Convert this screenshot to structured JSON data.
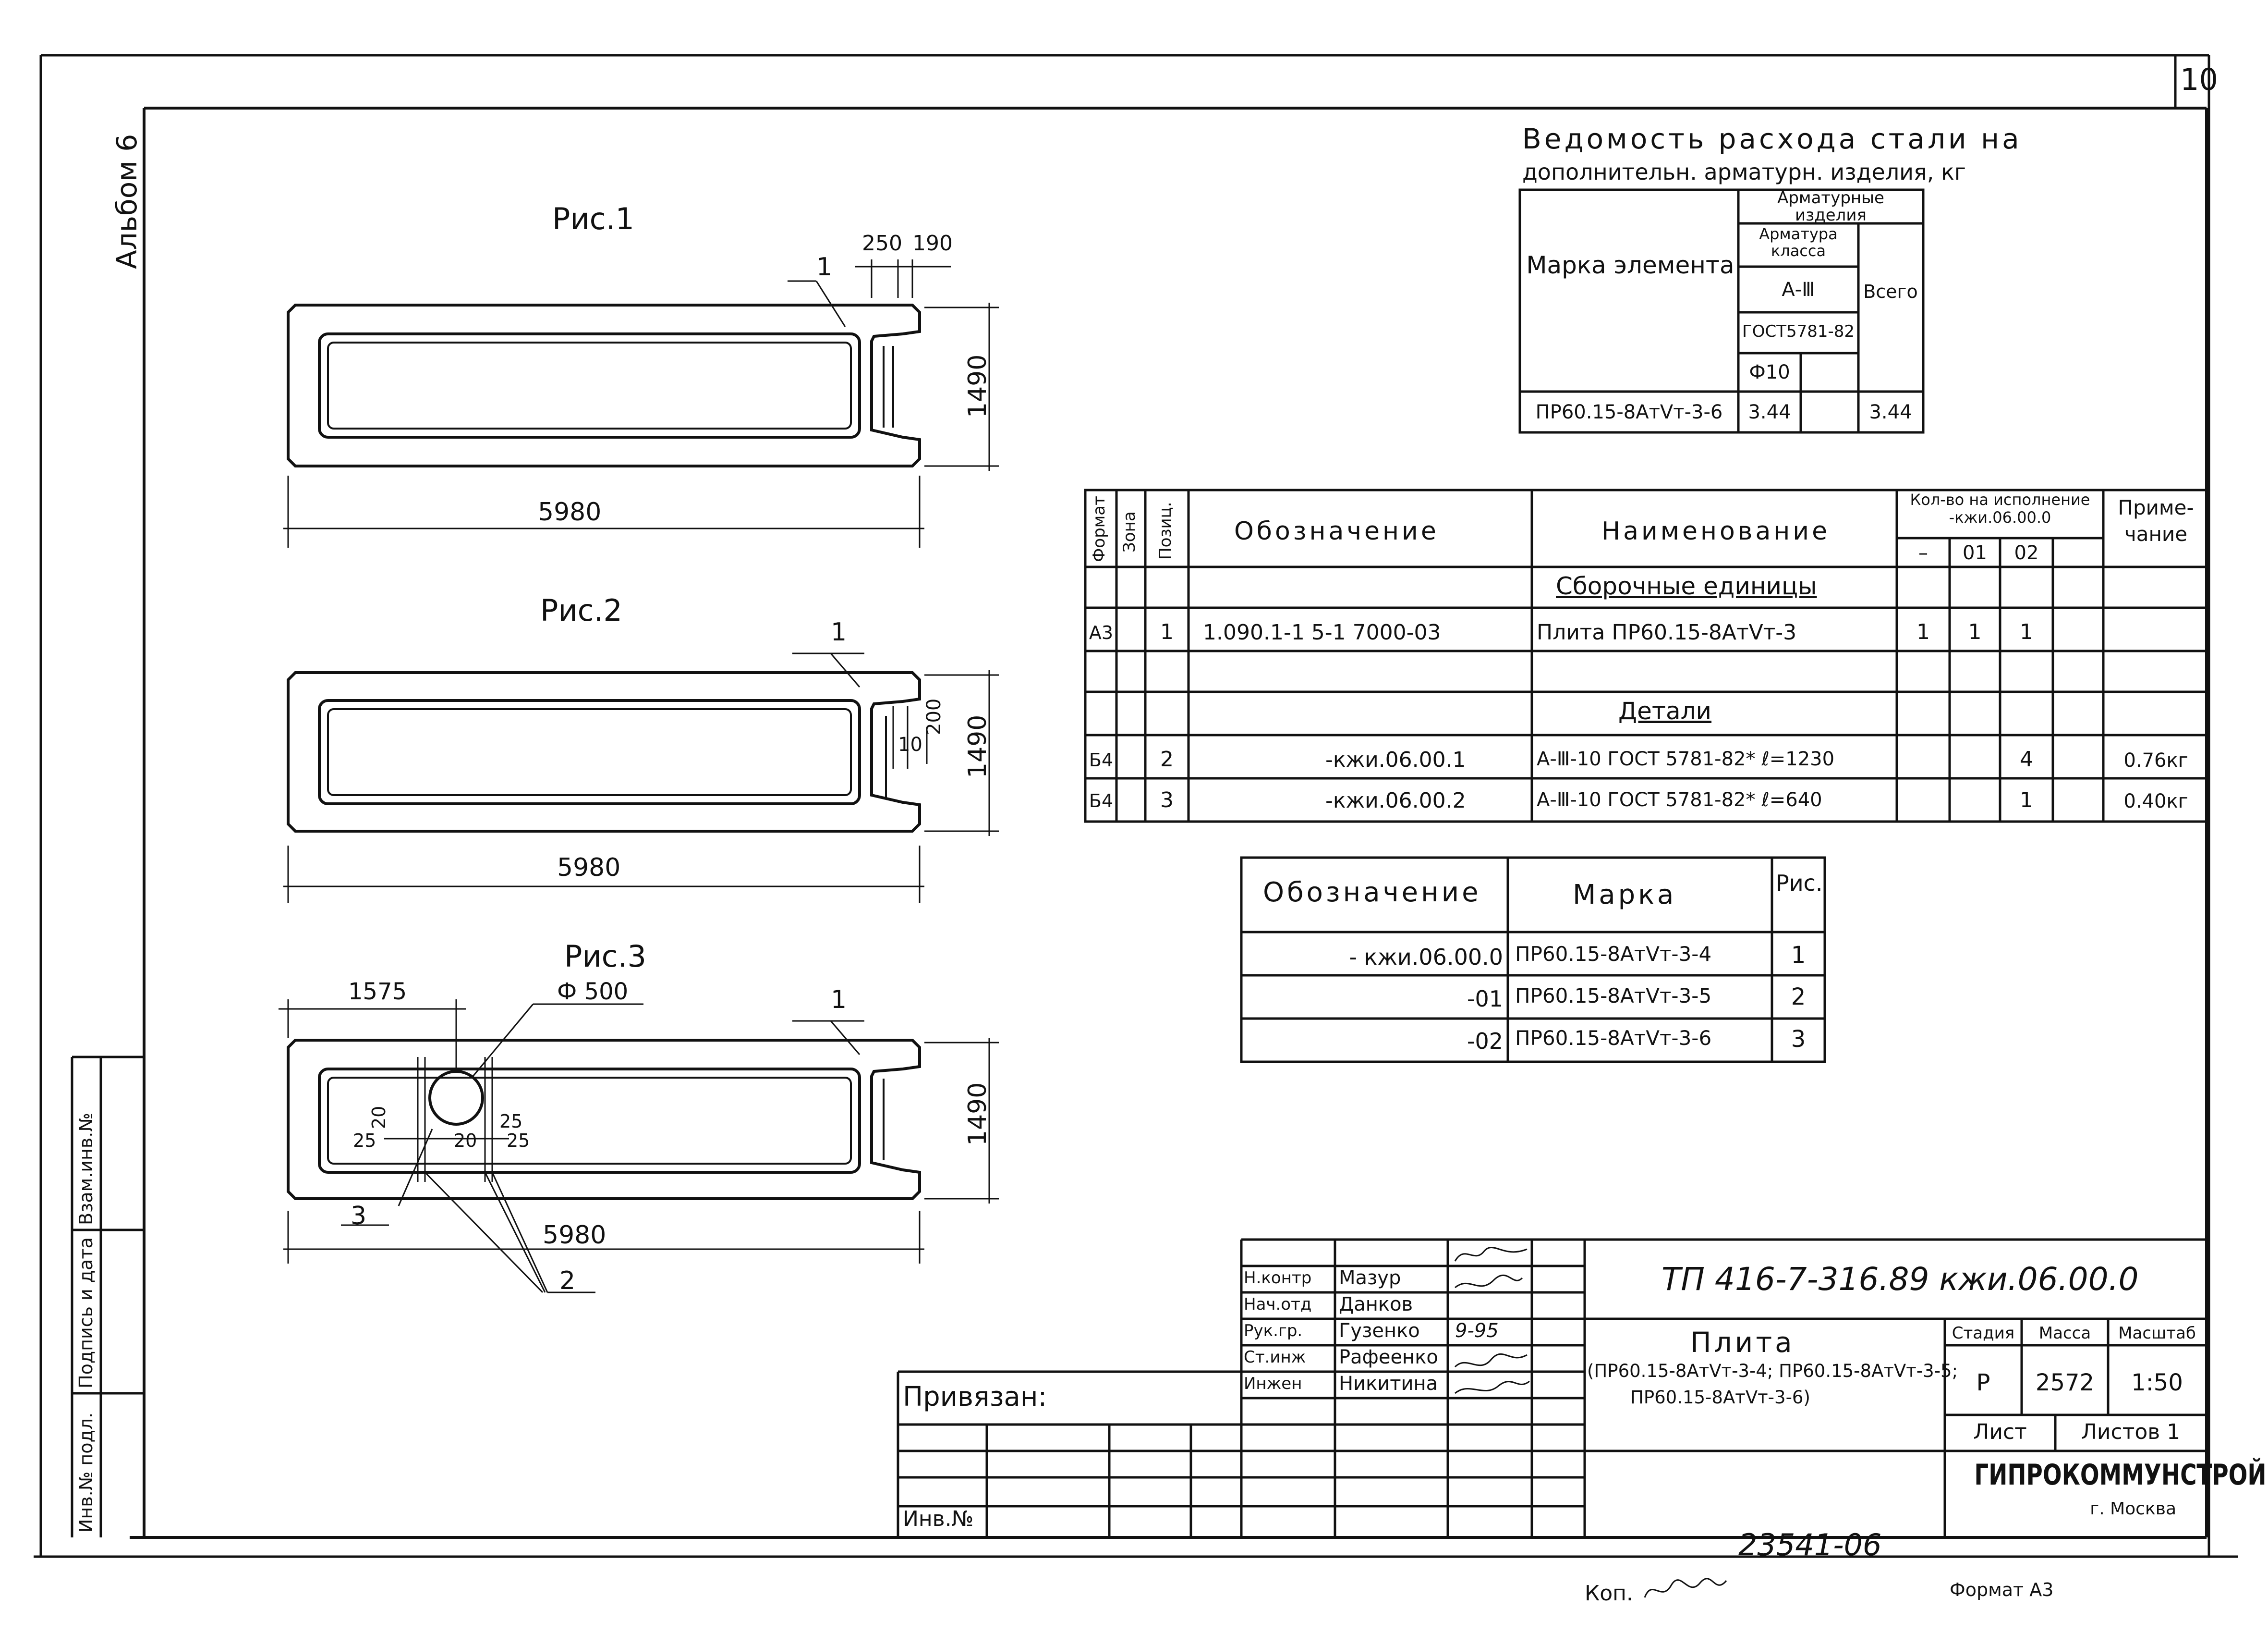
{
  "page_number": "10",
  "album_label": "Альбом 6",
  "figures": {
    "fig1": {
      "title": "Рис.1",
      "dim_length": "5980",
      "dim_width": "1490",
      "dim_top1": "250",
      "dim_top2": "190",
      "leader": "1"
    },
    "fig2": {
      "title": "Рис.2",
      "dim_length": "5980",
      "dim_width": "1490",
      "dim_small1": "200",
      "dim_small2": "10",
      "leader": "1"
    },
    "fig3": {
      "title": "Рис.3",
      "dim_length": "5980",
      "dim_width": "1490",
      "dim_offset": "1575",
      "dim_hole": "Ф 500",
      "dim_a": "20",
      "dim_b": "25",
      "dim_c": "25",
      "dim_d": "20",
      "dim_e": "25",
      "leader1": "1",
      "leader2": "2",
      "leader3": "3"
    }
  },
  "steel": {
    "title_line1": "Ведомость расхода стали на",
    "title_line2": "дополнительн. арматурн. изделия, кг",
    "col_mark": "Марка элемента",
    "col_products": "Арматурные изделия",
    "col_class": "Арматура класса",
    "col_a3": "А-Ⅲ",
    "col_gost": "ГОСТ5781-82",
    "col_dia": "Ф10",
    "col_total": "Всего",
    "row_mark": "ПР60.15-8АтⅤт-3-6",
    "row_val": "3.44",
    "row_total": "3.44"
  },
  "spec": {
    "h_format": "Формат",
    "h_zone": "Зона",
    "h_pos": "Позиц.",
    "h_desig": "Обозначение",
    "h_name": "Наименование",
    "h_qty": "Кол-во на исполнение -кжи.06.00.0",
    "h_q0": "–",
    "h_q1": "01",
    "h_q2": "02",
    "h_note": "Приме-чание",
    "sec_assemblies": "Сборочные единицы",
    "sec_details": "Детали",
    "rows": [
      {
        "format": "А3",
        "pos": "1",
        "desig": "1.090.1-1  5-1  7000-03",
        "name": "Плита ПР60.15-8АтⅤт-3",
        "q0": "1",
        "q1": "1",
        "q2": "1",
        "note": ""
      },
      {
        "format": "Б4",
        "pos": "2",
        "desig": "-кжи.06.00.1",
        "name": "А-Ⅲ-10 ГОСТ 5781-82* ℓ=1230",
        "q0": "",
        "q1": "",
        "q2": "4",
        "note": "0.76кг"
      },
      {
        "format": "Б4",
        "pos": "3",
        "desig": "-кжи.06.00.2",
        "name": "А-Ⅲ-10 ГОСТ 5781-82* ℓ=640",
        "q0": "",
        "q1": "",
        "q2": "1",
        "note": "0.40кг"
      }
    ]
  },
  "marks": {
    "h_desig": "Обозначение",
    "h_mark": "Марка",
    "h_fig": "Рис.",
    "rows": [
      {
        "desig": "- кжи.06.00.0",
        "mark": "ПР60.15-8АтⅤт-3-4",
        "fig": "1"
      },
      {
        "desig": "-01",
        "mark": "ПР60.15-8АтⅤт-3-5",
        "fig": "2"
      },
      {
        "desig": "-02",
        "mark": "ПР60.15-8АтⅤт-3-6",
        "fig": "3"
      }
    ]
  },
  "stamp": {
    "doc_code": "ТП 416-7-316.89 кжи.06.00.0",
    "title": "Плита",
    "subtitle1": "(ПР60.15-8АтⅤт-3-4; ПР60.15-8АтⅤт-3-5;",
    "subtitle2": "ПР60.15-8АтⅤт-3-6)",
    "h_stage": "Стадия",
    "h_mass": "Масса",
    "h_scale": "Масштаб",
    "stage": "Р",
    "mass": "2572",
    "scale": "1:50",
    "sheet": "Лист",
    "sheets": "Листов 1",
    "org": "ГИПРОКОММУНСТРОЙ",
    "city": "г. Москва",
    "roles": [
      {
        "role": "Н.контр",
        "name": "Мазур"
      },
      {
        "role": "Нач.отд",
        "name": "Данков"
      },
      {
        "role": "Рук.гр.",
        "name": "Гузенко"
      },
      {
        "role": "Ст.инж",
        "name": "Рафеенко"
      },
      {
        "role": "Инжен",
        "name": "Никитина"
      }
    ],
    "date_sig": "9-95",
    "privyazan": "Привязан:",
    "inv": "Инв.№"
  },
  "side": {
    "inv_podl": "Инв.№ подл.",
    "podpis": "Подпись и дата",
    "vzam": "Взам.инв.№"
  },
  "bottom": {
    "archive_no": "23541-06",
    "copied": "Коп.",
    "format": "Формат А3"
  }
}
